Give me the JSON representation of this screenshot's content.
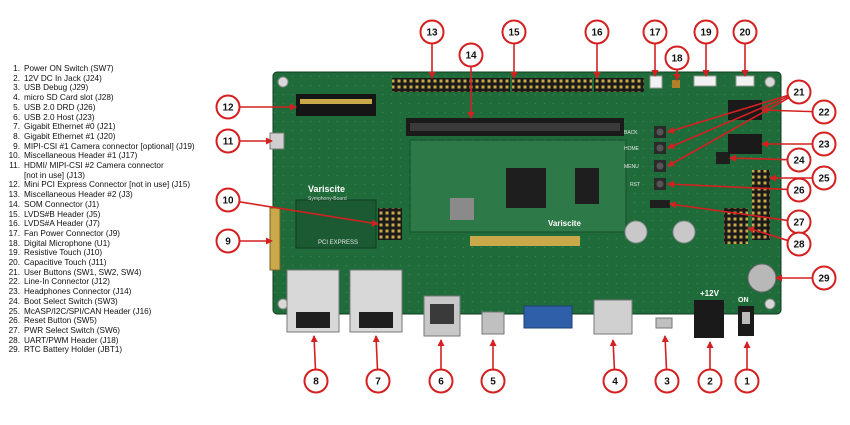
{
  "legend": [
    {
      "num": "1.",
      "text": "Power ON Switch (SW7)"
    },
    {
      "num": "2.",
      "text": "12V DC In Jack (J24)"
    },
    {
      "num": "3.",
      "text": "USB Debug (J29)"
    },
    {
      "num": "4.",
      "text": "micro SD Card slot (J28)"
    },
    {
      "num": "5.",
      "text": "USB 2.0 DRD (J26)"
    },
    {
      "num": "6.",
      "text": "USB 2.0 Host (J23)"
    },
    {
      "num": "7.",
      "text": "Gigabit Ethernet #0 (J21)"
    },
    {
      "num": "8.",
      "text": "Gigabit Ethernet #1 (J20)"
    },
    {
      "num": "9.",
      "text": "MIPI-CSI #1 Camera connector [optional] (J19)"
    },
    {
      "num": "10.",
      "text": "Miscellaneous Header #1 (J17)"
    },
    {
      "num": "11.",
      "text": "HDMI/ MIPI-CSI #2 Camera connector"
    },
    {
      "num": "",
      "text": "[not in use] (J13)"
    },
    {
      "num": "12.",
      "text": "Mini PCI Express Connector [not in use] (J15)"
    },
    {
      "num": "13.",
      "text": "Miscellaneous Header #2 (J3)"
    },
    {
      "num": "14.",
      "text": "SOM Connector (J1)"
    },
    {
      "num": "15.",
      "text": "LVDS#B Header (J5)"
    },
    {
      "num": "16.",
      "text": "LVDS#A Header (J7)"
    },
    {
      "num": "17.",
      "text": "Fan Power Connector (J9)"
    },
    {
      "num": "18.",
      "text": "Digital Microphone (U1)"
    },
    {
      "num": "19.",
      "text": "Resistive Touch (J10)"
    },
    {
      "num": "20.",
      "text": "Capacitive Touch (J11)"
    },
    {
      "num": "21.",
      "text": "User Buttons (SW1, SW2, SW4)"
    },
    {
      "num": "22.",
      "text": "Line-In Connector (J12)"
    },
    {
      "num": "23.",
      "text": "Headphones Connector (J14)"
    },
    {
      "num": "24.",
      "text": "Boot Select Switch (SW3)"
    },
    {
      "num": "25.",
      "text": "McASP/I2C/SPI/CAN Header (J16)"
    },
    {
      "num": "26.",
      "text": "Reset Button (SW5)"
    },
    {
      "num": "27.",
      "text": "PWR Select Switch (SW6)"
    },
    {
      "num": "28.",
      "text": "UART/PWM Header (J18)"
    },
    {
      "num": "29.",
      "text": "RTC Battery Holder (JBT1)"
    }
  ],
  "board": {
    "brand": "Variscite",
    "brand_sub": "Symphony-Board",
    "pci_label": "PCI EXPRESS",
    "som_brand": "Variscite",
    "voltage": "+12V",
    "on_label": "ON",
    "button_labels": [
      "BACK",
      "HOME",
      "MENU",
      "RST"
    ]
  },
  "callouts": [
    "1",
    "2",
    "3",
    "4",
    "5",
    "6",
    "7",
    "8",
    "9",
    "10",
    "11",
    "12",
    "13",
    "14",
    "15",
    "16",
    "17",
    "18",
    "19",
    "20",
    "21",
    "22",
    "23",
    "24",
    "25",
    "26",
    "27",
    "28",
    "29"
  ],
  "colors": {
    "callout_ring": "#d42020",
    "arrow": "#d42020",
    "pcb": "#1f6b3a",
    "pcb_dark": "#164f2b"
  }
}
